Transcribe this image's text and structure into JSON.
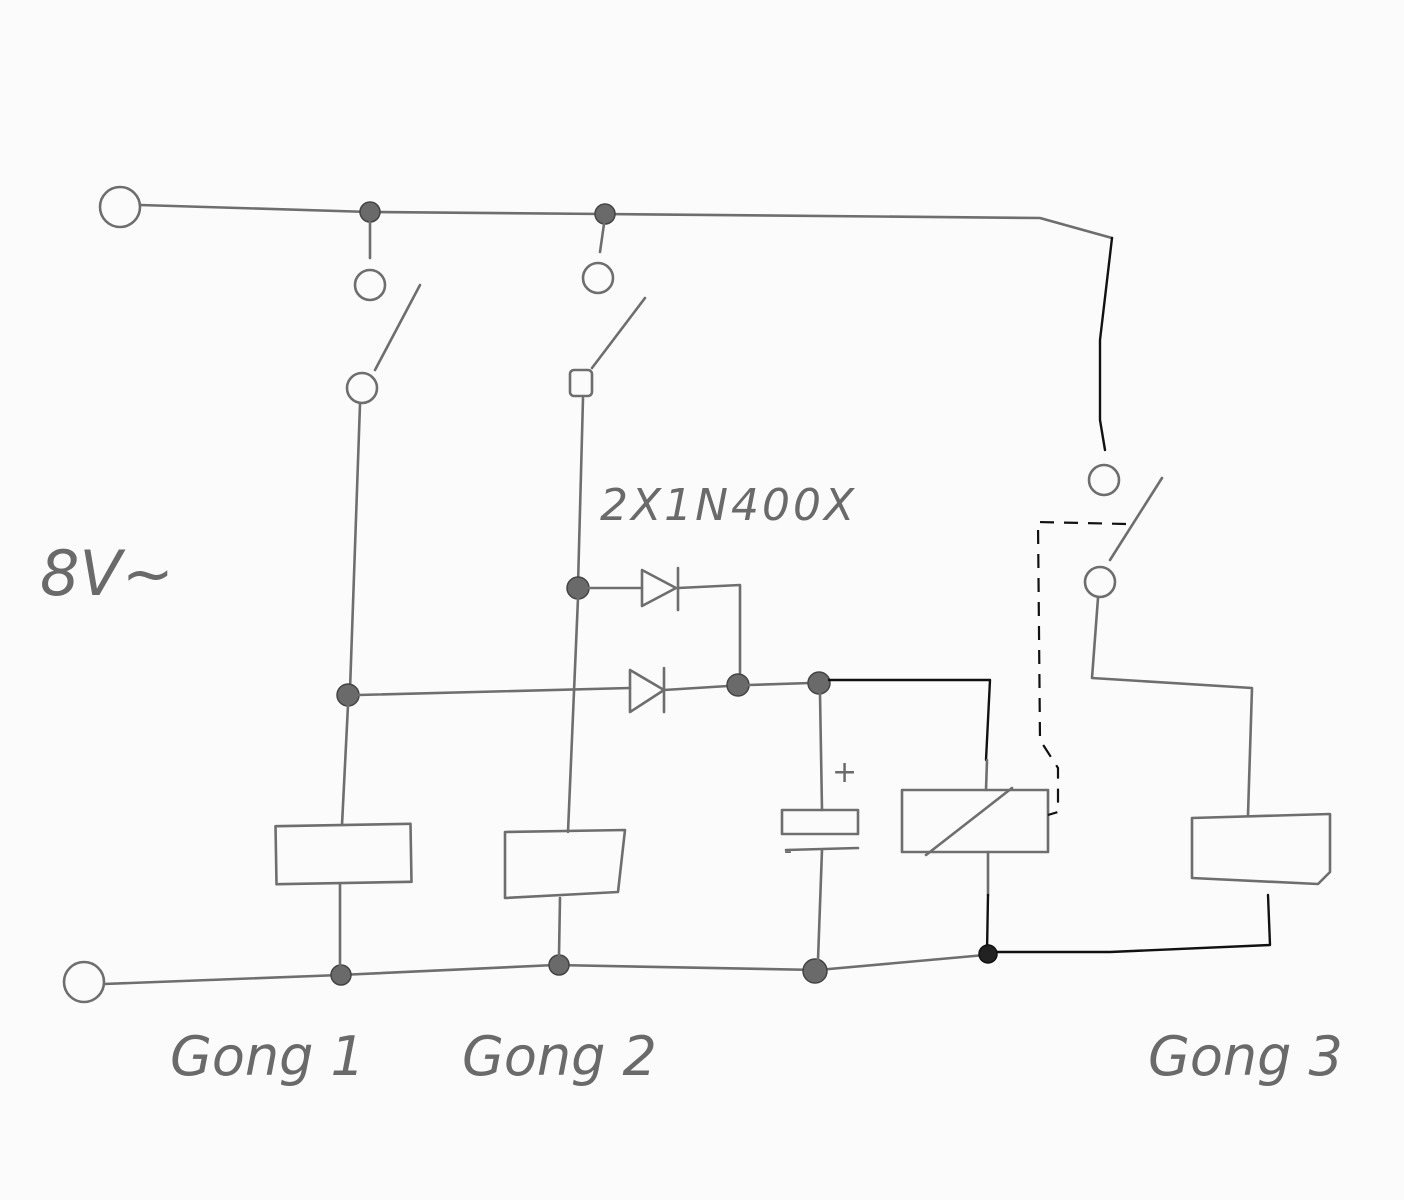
{
  "labels": {
    "supply": "8V~",
    "diodes": "2X1N400X",
    "gong1": "Gong 1",
    "gong2": "Gong 2",
    "gong3": "Gong 3",
    "cap_plus": "+",
    "cap_minus": "-"
  },
  "colors": {
    "paper": "#fbfbfb",
    "pencil": "#6e6e6e",
    "ink": "#111111"
  }
}
